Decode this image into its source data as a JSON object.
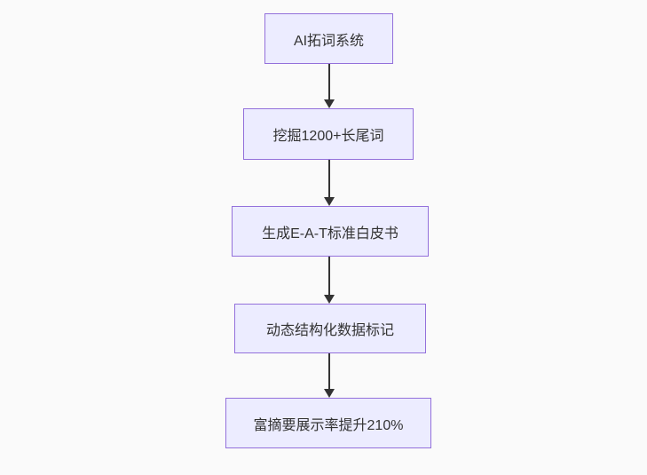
{
  "flowchart": {
    "title": "SEO AI flowchart",
    "nodes": [
      {
        "id": "A",
        "label": "AI拓词系统"
      },
      {
        "id": "B",
        "label": "挖掘1200+长尾词"
      },
      {
        "id": "C",
        "label": "生成E-A-T标准白皮书"
      },
      {
        "id": "D",
        "label": "动态结构化数据标记"
      },
      {
        "id": "E",
        "label": "富摘要展示率提升210%"
      }
    ],
    "edges": [
      {
        "from": "A",
        "to": "B"
      },
      {
        "from": "B",
        "to": "C"
      },
      {
        "from": "C",
        "to": "D"
      },
      {
        "from": "D",
        "to": "E"
      }
    ],
    "colors": {
      "node_fill": "#ececff",
      "node_border": "#9370db",
      "arrow": "#333333",
      "text": "#333333",
      "background": "#fafafa"
    }
  }
}
